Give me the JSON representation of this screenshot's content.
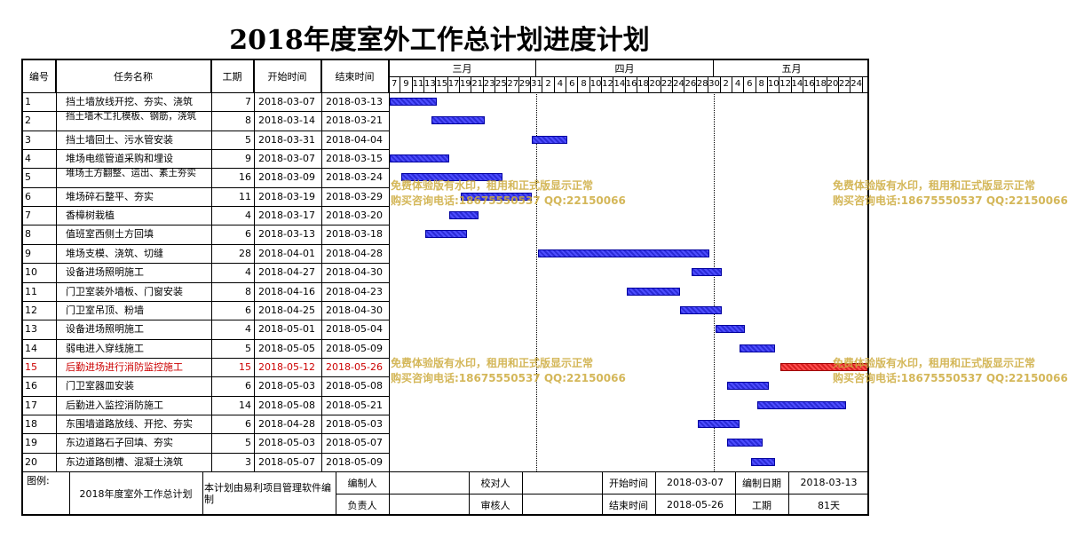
{
  "title": "2018年度室外工作总计划进度计划",
  "columns": {
    "id": "编号",
    "name": "任务名称",
    "duration": "工期",
    "start": "开始时间",
    "end": "结束时间"
  },
  "months": [
    "三月",
    "四月",
    "五月"
  ],
  "day_ticks": [
    "7",
    "9",
    "11",
    "13",
    "15",
    "17",
    "19",
    "21",
    "23",
    "25",
    "27",
    "29",
    "31",
    "2",
    "4",
    "6",
    "8",
    "10",
    "12",
    "14",
    "16",
    "18",
    "20",
    "22",
    "24",
    "26",
    "28",
    "30",
    "2",
    "4",
    "6",
    "8",
    "10",
    "12",
    "14",
    "16",
    "18",
    "20",
    "22",
    "24"
  ],
  "tasks": [
    {
      "id": "1",
      "name": "挡土墙放线开挖、夯实、浇筑",
      "duration": "7",
      "start": "2018-03-07",
      "end": "2018-03-13",
      "critical": false
    },
    {
      "id": "2",
      "name": "挡土墙木工扎模板、钢筋，浇筑",
      "duration": "8",
      "start": "2018-03-14",
      "end": "2018-03-21",
      "critical": false
    },
    {
      "id": "3",
      "name": "挡土墙回土、污水管安装",
      "duration": "5",
      "start": "2018-03-31",
      "end": "2018-04-04",
      "critical": false
    },
    {
      "id": "4",
      "name": "堆场电缆管道采购和埋设",
      "duration": "9",
      "start": "2018-03-07",
      "end": "2018-03-15",
      "critical": false
    },
    {
      "id": "5",
      "name": "堆场土方翻整、运出、素土夯实",
      "duration": "16",
      "start": "2018-03-09",
      "end": "2018-03-24",
      "critical": false
    },
    {
      "id": "6",
      "name": "堆场碎石整平、夯实",
      "duration": "11",
      "start": "2018-03-19",
      "end": "2018-03-29",
      "critical": false
    },
    {
      "id": "7",
      "name": "香樟树栽植",
      "duration": "4",
      "start": "2018-03-17",
      "end": "2018-03-20",
      "critical": false
    },
    {
      "id": "8",
      "name": "值班室西侧土方回填",
      "duration": "6",
      "start": "2018-03-13",
      "end": "2018-03-18",
      "critical": false
    },
    {
      "id": "9",
      "name": "堆场支模、浇筑、切缝",
      "duration": "28",
      "start": "2018-04-01",
      "end": "2018-04-28",
      "critical": false
    },
    {
      "id": "10",
      "name": "设备进场照明施工",
      "duration": "4",
      "start": "2018-04-27",
      "end": "2018-04-30",
      "critical": false
    },
    {
      "id": "11",
      "name": "门卫室装外墙板、门窗安装",
      "duration": "8",
      "start": "2018-04-16",
      "end": "2018-04-23",
      "critical": false
    },
    {
      "id": "12",
      "name": "门卫室吊顶、粉墙",
      "duration": "6",
      "start": "2018-04-25",
      "end": "2018-04-30",
      "critical": false
    },
    {
      "id": "13",
      "name": "设备进场照明施工",
      "duration": "4",
      "start": "2018-05-01",
      "end": "2018-05-04",
      "critical": false
    },
    {
      "id": "14",
      "name": "弱电进入穿线施工",
      "duration": "5",
      "start": "2018-05-05",
      "end": "2018-05-09",
      "critical": false
    },
    {
      "id": "15",
      "name": "后勤进场进行消防监控施工",
      "duration": "15",
      "start": "2018-05-12",
      "end": "2018-05-26",
      "critical": true
    },
    {
      "id": "16",
      "name": "门卫室器皿安装",
      "duration": "6",
      "start": "2018-05-03",
      "end": "2018-05-08",
      "critical": false
    },
    {
      "id": "17",
      "name": "后勤进入监控消防施工",
      "duration": "14",
      "start": "2018-05-08",
      "end": "2018-05-21",
      "critical": false
    },
    {
      "id": "18",
      "name": "东围墙道路放线、开挖、夯实",
      "duration": "6",
      "start": "2018-04-28",
      "end": "2018-05-03",
      "critical": false
    },
    {
      "id": "19",
      "name": "东边道路石子回填、夯实",
      "duration": "5",
      "start": "2018-05-03",
      "end": "2018-05-07",
      "critical": false
    },
    {
      "id": "20",
      "name": "东边道路刨槽、混凝土浇筑",
      "duration": "3",
      "start": "2018-05-07",
      "end": "2018-05-09",
      "critical": false
    }
  ],
  "footer": {
    "legend_label": "图例:",
    "plan_name": "2018年度室外工作总计划",
    "software_note": "本计划由易利项目管理软件编制",
    "compiler_label": "编制人",
    "checker_label": "校对人",
    "owner_label": "负责人",
    "reviewer_label": "审核人",
    "start_label": "开始时间",
    "start_value": "2018-03-07",
    "end_label": "结束时间",
    "end_value": "2018-05-26",
    "compile_date_label": "编制日期",
    "compile_date_value": "2018-03-13",
    "duration_label": "工期",
    "duration_value": "81天"
  },
  "watermark": {
    "line1": "免费体验版有水印，租用和正式版显示正常",
    "line2": "购买咨询电话:18675550537 QQ:22150066"
  },
  "colors": {
    "bar": "#3333cc",
    "critical_bar": "#d62020",
    "critical_text": "#cc0000",
    "watermark": "#cdaa3c"
  }
}
